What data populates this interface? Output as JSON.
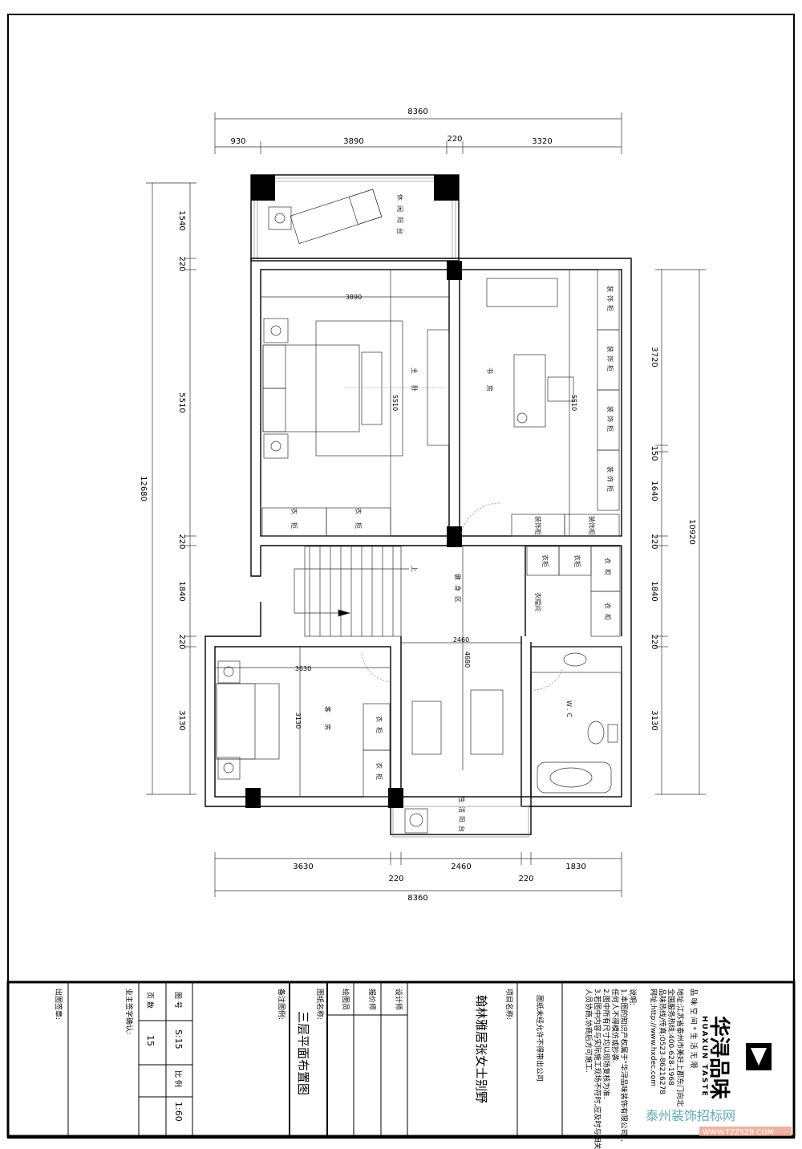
{
  "dimensions": {
    "top_total": "8360",
    "top": [
      "930",
      "3890",
      "220",
      "3320"
    ],
    "left": [
      "1540",
      "220",
      "5510",
      "220",
      "1840",
      "220",
      "3130"
    ],
    "left_total": "12680",
    "right": [
      "3720",
      "150",
      "1640",
      "220",
      "1840",
      "220",
      "3130"
    ],
    "right_total": "10920",
    "bottom": [
      "3630",
      "220",
      "2460",
      "220",
      "1830"
    ],
    "bottom_total": "8360",
    "internal": {
      "master_width": "3890",
      "master_depth": "5510",
      "study_depth": "5510",
      "gym_width": "2460",
      "gym_depth": "4680",
      "guest_width": "3630",
      "guest_depth": "3130"
    }
  },
  "rooms": {
    "leisure_balcony": "休闲阳台",
    "master_bedroom": "主卧",
    "study": "书房",
    "decor_cabinet": "装饰柜",
    "wardrobe": "衣柜",
    "gym": "健身区",
    "cloakroom": "衣帽间",
    "guest_room": "客房",
    "wc": "W.C",
    "service_balcony": "生活阳台",
    "stair_up": "上"
  },
  "title_block": {
    "stamp_label": "出图签章:",
    "owner_sign_label": "业主签字确认:",
    "pages_label": "页 数",
    "pages_value": "15",
    "drawing_no_label": "图 号",
    "drawing_no_value": "S:15",
    "scale_label": "比 例",
    "scale_value": "1:60",
    "remarks_label": "备注图例:",
    "drawing_name_label": "图纸名称:",
    "drawing_name": "三层平面布置图",
    "drafter_label": "绘图员",
    "estimator_label": "报价师",
    "designer_label": "设计师",
    "project_label": "项目名称:",
    "project_name": "翰林雅居张女士别野",
    "confidential": "图纸未经允许不得带出公司",
    "company": {
      "logo_text": "华浔品味",
      "logo_en": "HUAXUN TASTE",
      "slogan": "品 味 空 间 * 生 活 无 限",
      "address": "地址:江苏省泰州市美好上郡东门向北",
      "service_hotline": "全国服务热线:400-628-1968",
      "brand_hotline": "品味热线/传真:0523-86216278",
      "website": "网址:http://www.hxdec.com",
      "notes_title": "说明:",
      "notes": [
        "1.本图的知识产权属于\"华浔品味装饰有限公司\",任何人不得模仿或抄袭.",
        "2.图中所有尺寸均以现场复核为准.",
        "3.若图中内容与实际施工现场不符时,应及时与相关人员协商,协商后方可施工."
      ]
    }
  },
  "watermark": {
    "text": "泰州装饰招标网",
    "url": "WWW.TZZSZB.COM"
  }
}
